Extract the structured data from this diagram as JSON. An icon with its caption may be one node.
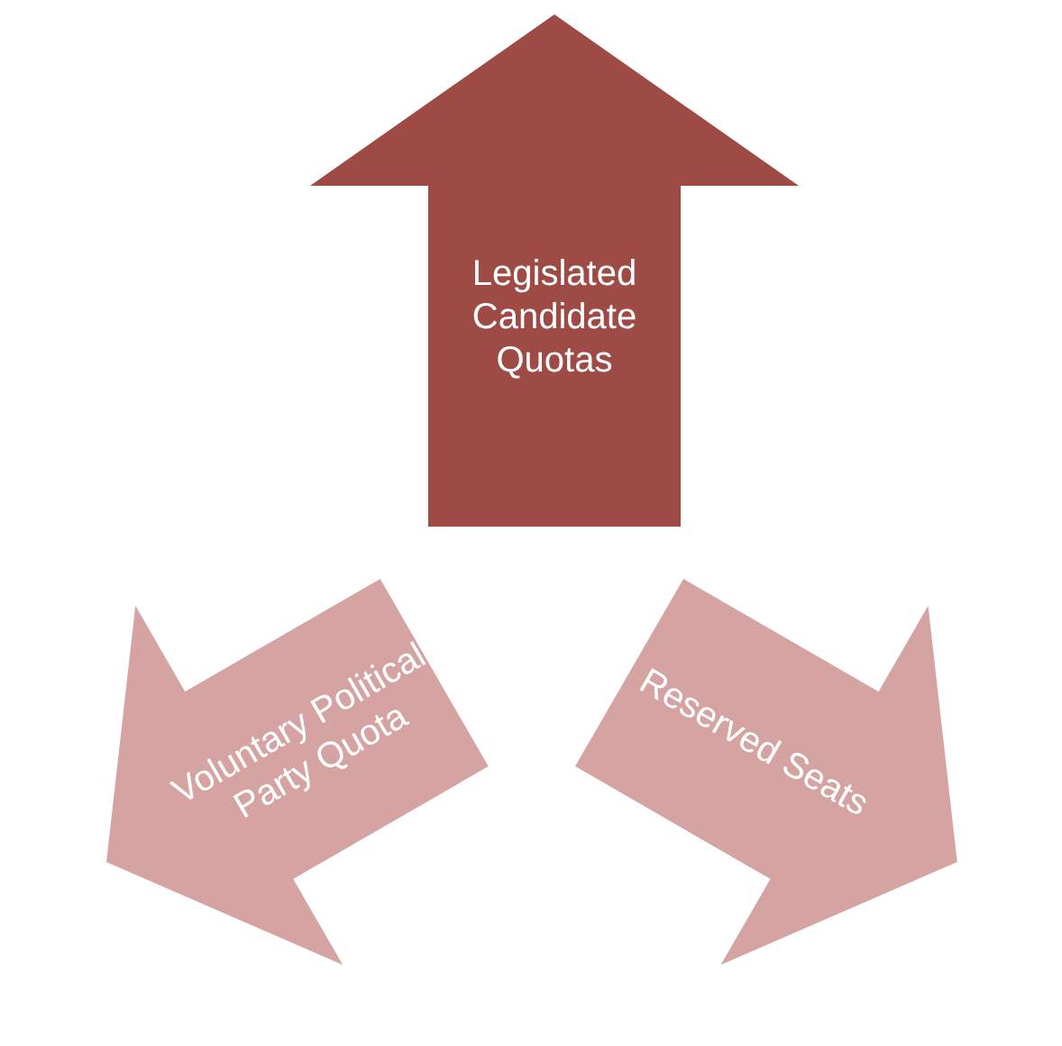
{
  "diagram": {
    "nodes": [
      {
        "text": [
          "Legislated Candidate Quotas"
        ]
      },
      {
        "text": [
          "Voluntary Political Party Quota"
        ]
      },
      {
        "text": [
          "Reserved Seats"
        ]
      }
    ]
  }
}
